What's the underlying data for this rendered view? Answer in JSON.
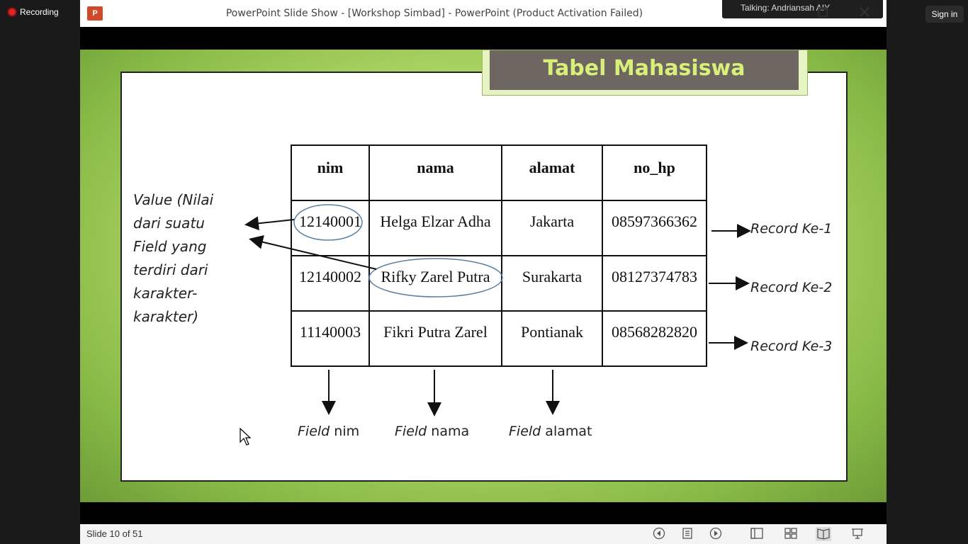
{
  "zoom": {
    "recording_label": "Recording",
    "sign_in_label": "Sign in",
    "talking_label": "Talking: Andriansah AIY"
  },
  "window": {
    "title": "PowerPoint Slide Show - [Workshop Simbad] - PowerPoint (Product Activation Failed)",
    "app_icon": "P"
  },
  "slide": {
    "title": "Tabel Mahasiswa",
    "table": {
      "headers": [
        "nim",
        "nama",
        "alamat",
        "no_hp"
      ],
      "rows": [
        [
          "12140001",
          "Helga Elzar Adha",
          "Jakarta",
          "08597366362"
        ],
        [
          "12140002",
          "Rifky Zarel Putra",
          "Surakarta",
          "08127374783"
        ],
        [
          "11140003",
          "Fikri Putra Zarel",
          "Pontianak",
          "08568282820"
        ]
      ]
    },
    "value_note": [
      "Value (Nilai",
      "dari suatu",
      "Field yang",
      "terdiri dari",
      "karakter-",
      "karakter)"
    ],
    "records": [
      "Record Ke-1",
      "Record Ke-2",
      "Record Ke-3"
    ],
    "fields": [
      {
        "prefix": "Field",
        "name": "nim"
      },
      {
        "prefix": "Field",
        "name": "nama"
      },
      {
        "prefix": "Field",
        "name": "alamat"
      }
    ]
  },
  "status": {
    "slide_indicator": "Slide 10 of 51"
  }
}
